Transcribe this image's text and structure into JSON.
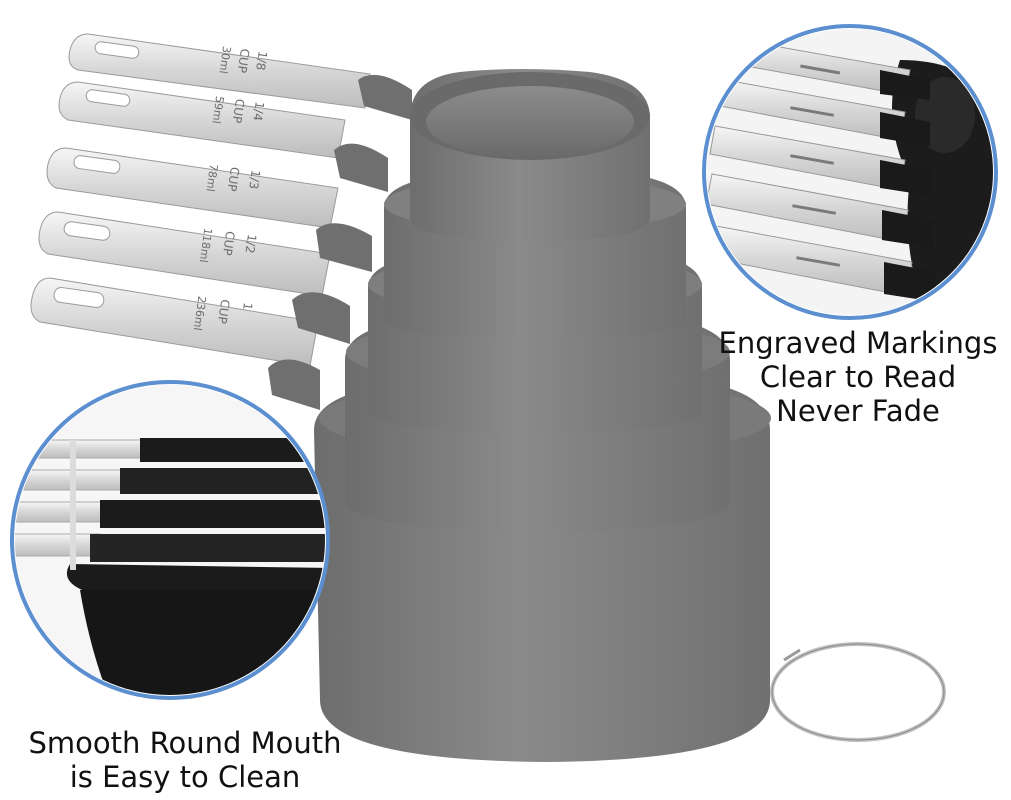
{
  "captions": {
    "markings": [
      "Engraved Markings",
      "Clear to Read",
      "Never Fade"
    ],
    "mouth": [
      "Smooth Round Mouth",
      "is Easy to Clean"
    ]
  },
  "cups": [
    {
      "fraction": "1/8",
      "unit": "CUP",
      "volume": "30ml"
    },
    {
      "fraction": "1/4",
      "unit": "CUP",
      "volume": "59ml"
    },
    {
      "fraction": "1/3",
      "unit": "CUP",
      "volume": "78ml"
    },
    {
      "fraction": "1/2",
      "unit": "CUP",
      "volume": "118ml"
    },
    {
      "fraction": "1",
      "unit": "CUP",
      "volume": "236ml"
    }
  ],
  "colors": {
    "cup_gray": "#7d7d7d",
    "cup_black": "#1c1c1c",
    "steel": "#e4e4e4",
    "inset_ring": "#5b8fd0"
  }
}
